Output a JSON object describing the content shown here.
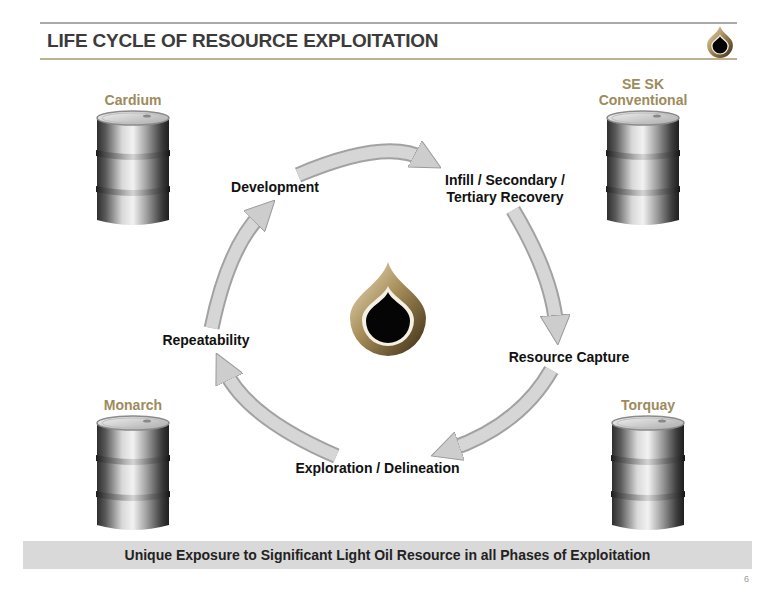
{
  "diagram": {
    "title": "LIFE CYCLE OF RESOURCE EXPLOITATION",
    "caption": "Unique Exposure to Significant Light Oil Resource in all Phases of Exploitation",
    "nodes": [
      {
        "text": [
          "Cardium"
        ]
      },
      {
        "text": [
          "SE SK Conventional"
        ]
      },
      {
        "text": [
          "Development"
        ]
      },
      {
        "text": [
          "Infill / Secondary / Tertiary Recovery"
        ]
      },
      {
        "text": [
          "Repeatability"
        ]
      },
      {
        "text": [
          "Resource Capture"
        ]
      },
      {
        "text": [
          "Monarch"
        ]
      },
      {
        "text": [
          "Torquay"
        ]
      },
      {
        "text": [
          "Exploration / Delineation"
        ]
      }
    ],
    "edges": [
      {
        "from": 2,
        "to": 3,
        "arrow": "to"
      },
      {
        "from": 3,
        "to": 5,
        "arrow": "to"
      },
      {
        "from": 5,
        "to": 8,
        "arrow": "to"
      },
      {
        "from": 8,
        "to": 4,
        "arrow": "to"
      },
      {
        "from": 4,
        "to": 2,
        "arrow": "to"
      }
    ],
    "labels": [
      "6"
    ]
  }
}
